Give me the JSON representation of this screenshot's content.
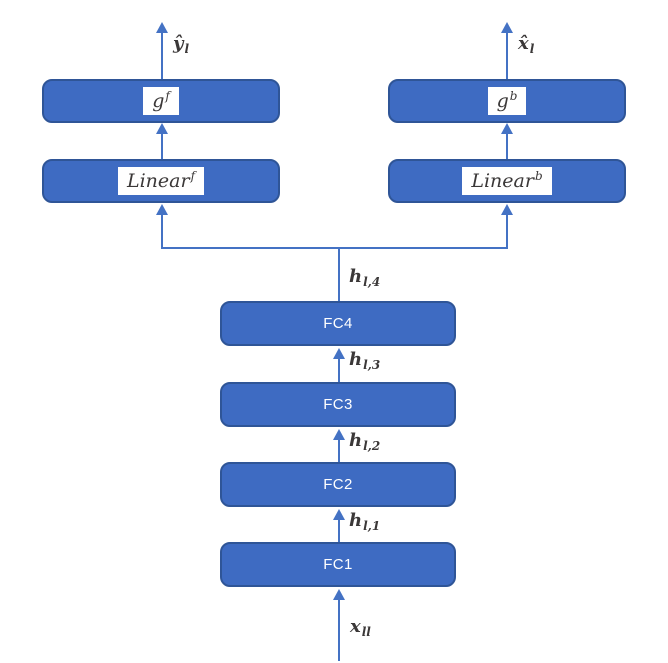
{
  "colors": {
    "background": "#FFFFFF",
    "box_fill": "#3E6BC2",
    "box_border": "#2F5597",
    "arrow": "#4472C4",
    "math_text": "#3B3838",
    "fc_text": "#FFFFFF"
  },
  "outputs": {
    "left": {
      "base": "ŷ",
      "sub": "l"
    },
    "right": {
      "base": "x̂",
      "sub": "l"
    }
  },
  "branches": {
    "left": {
      "g_base": "g",
      "g_sup": "f",
      "linear_base": "Linear",
      "linear_sup": "f"
    },
    "right": {
      "g_base": "g",
      "g_sup": "b",
      "linear_base": "Linear",
      "linear_sup": "b"
    }
  },
  "fc": [
    {
      "label": "FC1",
      "h_base": "h",
      "h_sub": "l,1"
    },
    {
      "label": "FC2",
      "h_base": "h",
      "h_sub": "l,2"
    },
    {
      "label": "FC3",
      "h_base": "h",
      "h_sub": "l,3"
    },
    {
      "label": "FC4",
      "h_base": "h",
      "h_sub": "l,4"
    }
  ],
  "input": {
    "base": "x",
    "sub": "ll"
  }
}
